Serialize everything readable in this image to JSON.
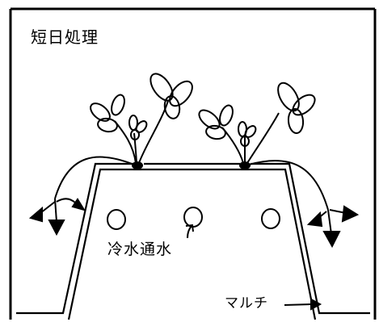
{
  "diagram": {
    "title": "短日処理",
    "labels": {
      "cold_water": "冷水通水",
      "mulch": "マルチ"
    }
  },
  "colors": {
    "ink": "#000000",
    "paper": "#ffffff"
  }
}
